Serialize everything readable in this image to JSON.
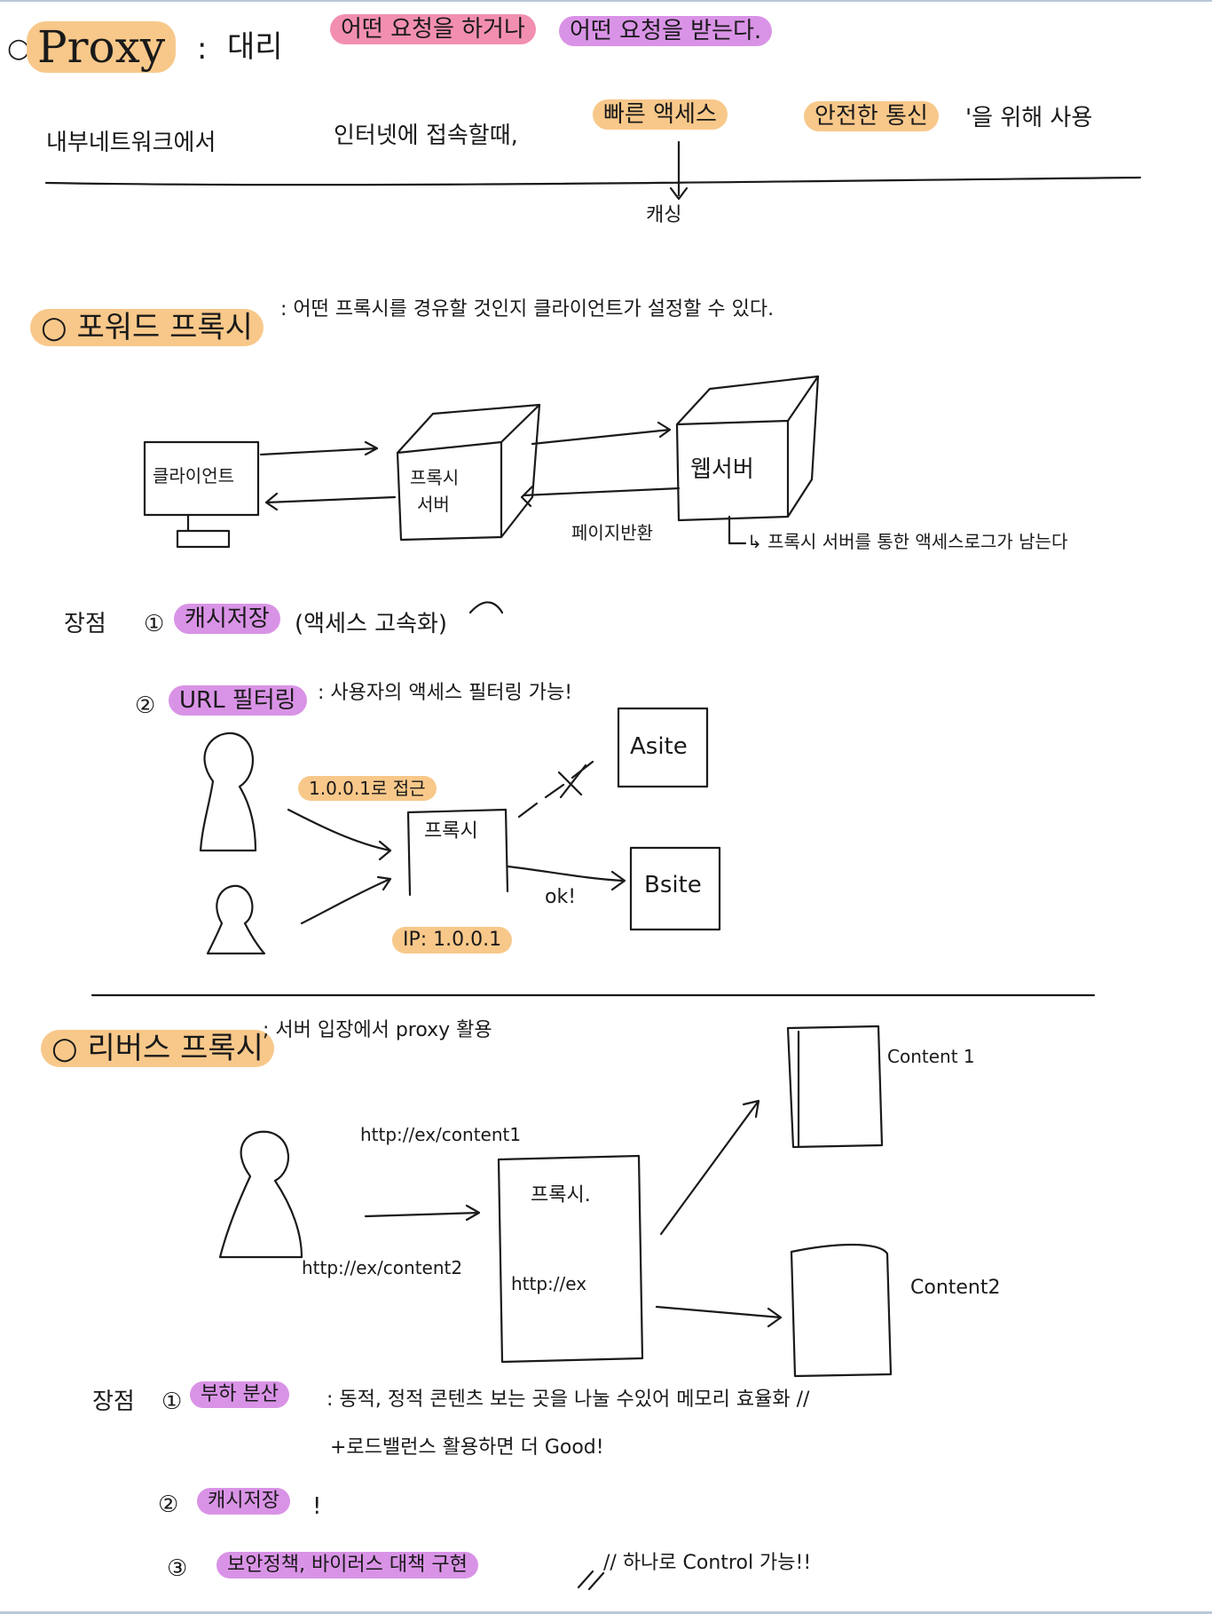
{
  "header": {
    "bullet": "○",
    "title": "Proxy",
    "colon": ":",
    "def_word": "대리",
    "def_highlight1": "어떤 요청을 하거나",
    "def_highlight2": "어떤 요청을 받는다."
  },
  "purpose": {
    "lead": "내부네트워크에서",
    "mid": "인터넷에 접속할때,",
    "highlight1": "빠른 액세스",
    "highlight2": "안전한 통신",
    "tail": "'을 위해 사용",
    "note": "캐싱"
  },
  "forward": {
    "title": "○ 포워드 프록시",
    "desc": ": 어떤 프록시를 경유할 것인지 클라이언트가 설정할 수 있다.",
    "diagram": {
      "client": "클라이언트",
      "proxy_l1": "프록시",
      "proxy_l2": "서버",
      "webserver": "웹서버",
      "return_label": "페이지반환",
      "note": "↳ 프록시 서버를 통한 액세스로그가 남는다"
    },
    "adv_label": "장점",
    "adv1_num": "①",
    "adv1_hl": "캐시저장",
    "adv1_rest": "(액세스 고속화)",
    "adv2_num": "②",
    "adv2_hl": "URL 필터링",
    "adv2_rest": ": 사용자의 액세스 필터링 가능!",
    "filter": {
      "ip_access": "1.0.0.1로 접근",
      "proxy": "프록시",
      "site_a": "Asite",
      "site_b": "Bsite",
      "ok": "ok!",
      "ip": "IP: 1.0.0.1"
    }
  },
  "reverse": {
    "title": "○ 리버스 프록시",
    "desc": "; 서버 입장에서 proxy 활용",
    "url1": "http://ex/content1",
    "url2": "http://ex/content2",
    "proxy": "프록시.",
    "proxy_url": "http://ex",
    "content1": "Content 1",
    "content2": "Content2",
    "adv_label": "장점",
    "adv1_num": "①",
    "adv1_hl": "부하 분산",
    "adv1_rest": ": 동적, 정적 콘텐츠 보는 곳을 나눌 수있어 메모리 효율화 //",
    "adv1_line2": "+로드밸런스 활용하면 더 Good!",
    "adv2_num": "②",
    "adv2_hl": "캐시저장",
    "adv2_rest": "!",
    "adv3_num": "③",
    "adv3_hl": "보안정책, 바이러스 대책 구현",
    "adv3_rest": "// 하나로 Control 가능!!"
  }
}
